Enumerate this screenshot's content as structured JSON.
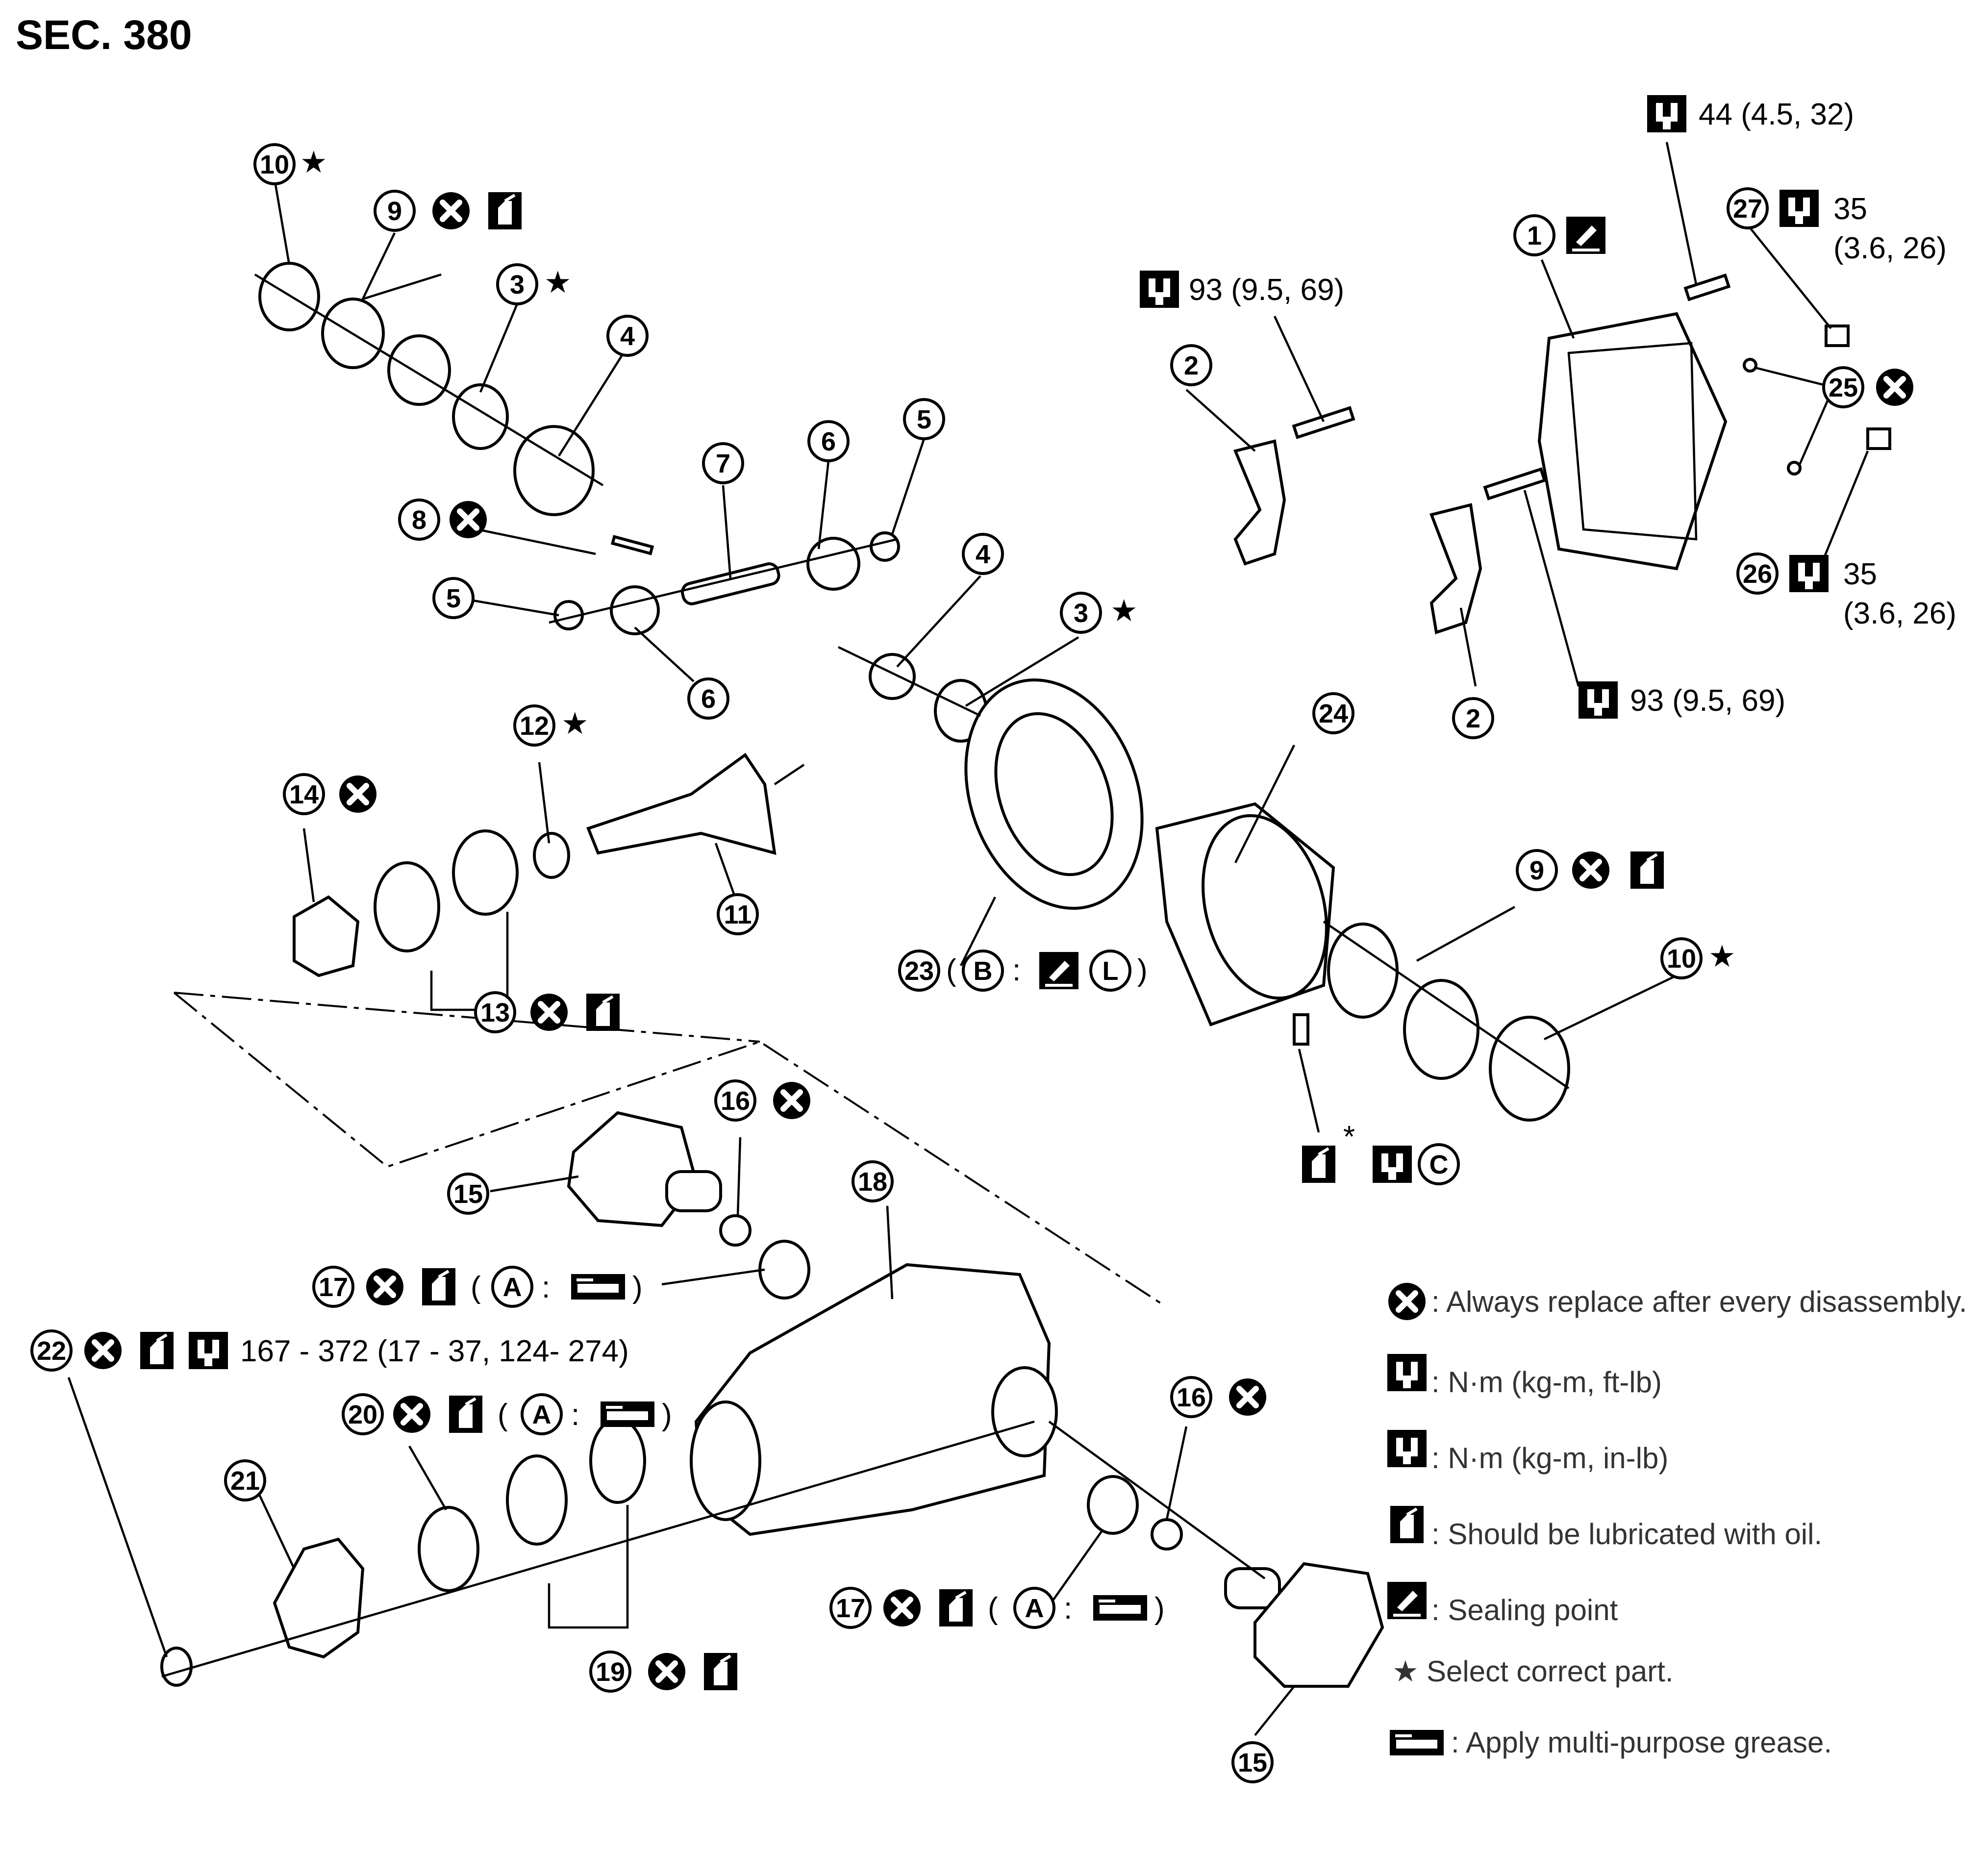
{
  "title": "SEC. 380",
  "torques": {
    "t1": "44 (4.5, 32)",
    "t2": "93 (9.5, 69)",
    "t3": "93 (9.5, 69)",
    "t4a": "35",
    "t4b": "(3.6, 26)",
    "t5a": "35",
    "t5b": "(3.6, 26)",
    "t6": "167 - 372 (17 - 37, 124- 274)"
  },
  "callouts": {
    "c1": "1",
    "c2a": "2",
    "c2b": "2",
    "c3a": "3",
    "c3b": "3",
    "c4a": "4",
    "c4b": "4",
    "c5a": "5",
    "c5b": "5",
    "c6a": "6",
    "c6b": "6",
    "c7": "7",
    "c8": "8",
    "c9a": "9",
    "c9b": "9",
    "c10a": "10",
    "c10b": "10",
    "c11": "11",
    "c12": "12",
    "c13": "13",
    "c14": "14",
    "c15a": "15",
    "c15b": "15",
    "c16a": "16",
    "c16b": "16",
    "c17a": "17",
    "c17b": "17",
    "c18": "18",
    "c19": "19",
    "c20": "20",
    "c21": "21",
    "c22": "22",
    "c23": "23",
    "c24": "24",
    "c25": "25",
    "c26": "26",
    "c27": "27"
  },
  "letters": {
    "a": "A",
    "b": "B",
    "c": "C",
    "l": "L"
  },
  "symbols": {
    "star": "★",
    "asterisk": "*",
    "colon": ":",
    "paren_open": "(",
    "paren_close": ")"
  },
  "legend": {
    "replace": ": Always replace after every disassembly.",
    "nm_ftlb": ": N·m (kg-m, ft-lb)",
    "nm_inlb": ": N·m (kg-m, in-lb)",
    "oil": ": Should be lubricated with oil.",
    "sealing": ": Sealing point",
    "select": "Select correct part.",
    "grease": ": Apply multi-purpose grease."
  }
}
